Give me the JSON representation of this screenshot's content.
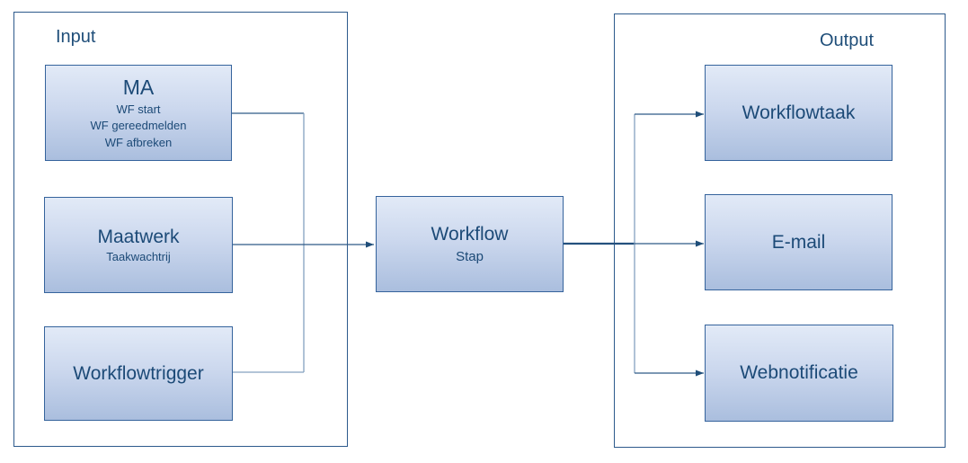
{
  "diagram": {
    "input_group": {
      "label": "Input"
    },
    "output_group": {
      "label": "Output"
    },
    "nodes": {
      "ma": {
        "title": "MA",
        "lines": [
          "WF start",
          "WF gereedmelden",
          "WF afbreken"
        ]
      },
      "maatwerk": {
        "title": "Maatwerk",
        "lines": [
          "Taakwachtrij"
        ]
      },
      "workflowtrigger": {
        "title": "Workflowtrigger"
      },
      "workflow": {
        "title": "Workflow",
        "lines": [
          "Stap"
        ]
      },
      "workflowtaak": {
        "title": "Workflowtaak"
      },
      "email": {
        "title": "E-mail"
      },
      "webnotificatie": {
        "title": "Webnotificatie"
      }
    },
    "edges": [
      {
        "from": "MA",
        "to": "Workflow Stap"
      },
      {
        "from": "Maatwerk",
        "to": "Workflow Stap"
      },
      {
        "from": "Workflowtrigger",
        "to": "Workflow Stap"
      },
      {
        "from": "Workflow Stap",
        "to": "Workflowtaak"
      },
      {
        "from": "Workflow Stap",
        "to": "E-mail"
      },
      {
        "from": "Workflow Stap",
        "to": "Webnotificatie"
      }
    ],
    "colors": {
      "container_border": "#2d5a8c",
      "node_border": "#35639c",
      "node_gradient_top": "#e2eaf7",
      "node_gradient_bottom": "#aabede",
      "text": "#1c4a77",
      "connector": "#2e5a87",
      "arrowhead": "#1f4e79"
    }
  }
}
